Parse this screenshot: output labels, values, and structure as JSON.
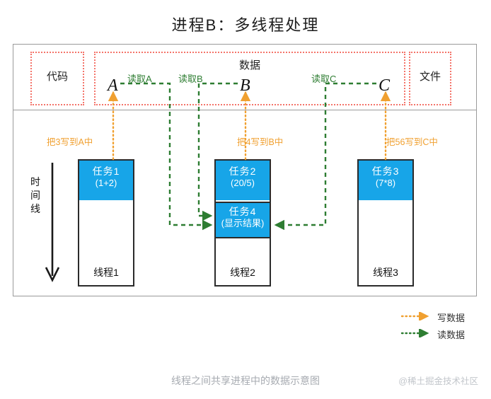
{
  "title": "进程B：多线程处理",
  "shared_area": {
    "code_box_label": "代码",
    "data_box_label": "数据",
    "file_box_label": "文件",
    "variables": [
      {
        "name": "A"
      },
      {
        "name": "B"
      },
      {
        "name": "C"
      }
    ],
    "read_labels": [
      "读取A",
      "读取B",
      "读取C"
    ]
  },
  "write_labels": [
    "把3写到A中",
    "把4写到B中",
    "把56写到C中"
  ],
  "timeline": {
    "label": "时间线",
    "chars": [
      "时",
      "间",
      "线"
    ]
  },
  "threads": [
    {
      "name": "线程1",
      "tasks": [
        {
          "title": "任务1",
          "detail": "(1+2)"
        }
      ]
    },
    {
      "name": "线程2",
      "tasks": [
        {
          "title": "任务2",
          "detail": "(20/5)"
        },
        {
          "title": "任务4",
          "detail": "(显示结果)"
        }
      ]
    },
    {
      "name": "线程3",
      "tasks": [
        {
          "title": "任务3",
          "detail": "(7*8)"
        }
      ]
    }
  ],
  "legend": [
    {
      "label": "写数据",
      "color": "#f0a030",
      "style": "dotted-arrow"
    },
    {
      "label": "读数据",
      "color": "#2e7d32",
      "style": "dashed-arrow"
    }
  ],
  "caption": "线程之间共享进程中的数据示意图",
  "watermark": "@稀土掘金技术社区",
  "colors": {
    "write_arrow": "#f0a030",
    "read_arrow": "#2e7d32",
    "task_fill": "#17a5e8",
    "dotted_box": "#f4746a",
    "frame": "#9a9a9a"
  }
}
